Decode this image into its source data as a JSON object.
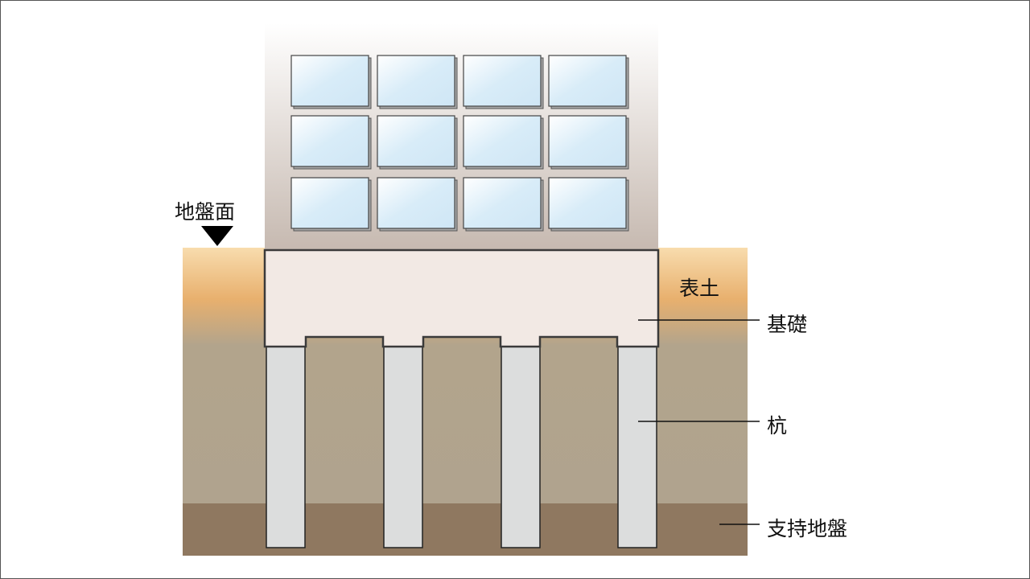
{
  "labels": {
    "ground_surface": "地盤面",
    "topsoil": "表土",
    "foundation": "基礎",
    "pile": "杭",
    "bearing_stratum": "支持地盤"
  },
  "colors": {
    "topsoil_top": "#f8dcae",
    "topsoil_mid": "#e8b06e",
    "soil": "#b0a38e",
    "bearing": "#8f7860",
    "foundation": "#f2e9e4",
    "pile": "#dcdddd",
    "window": "#d2e9f7"
  }
}
